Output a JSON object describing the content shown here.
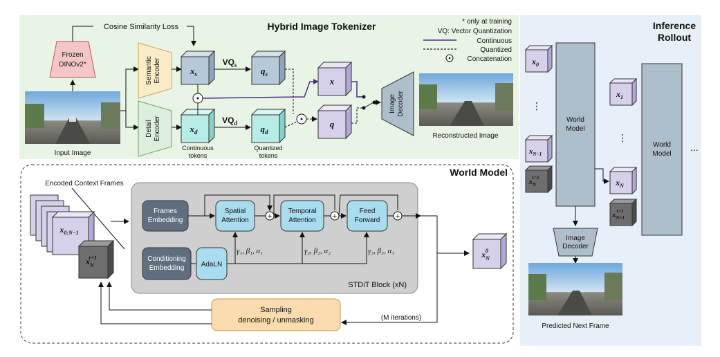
{
  "tokenizer": {
    "title": "Hybrid Image Tokenizer",
    "loss_label": "Cosine Similarity Loss",
    "frozen_label_1": "Frozen",
    "frozen_label_2": "DINOv2*",
    "semantic_encoder_1": "Semantic",
    "semantic_encoder_2": "Encoder",
    "detail_encoder_1": "Detail",
    "detail_encoder_2": "Encoder",
    "input_image_label": "Input Image",
    "continuous_tokens_1": "Continuous",
    "continuous_tokens_2": "tokens",
    "quantized_tokens_1": "Quantized",
    "quantized_tokens_2": "tokens",
    "image_decoder_1": "Image",
    "image_decoder_2": "Decoder",
    "reconstructed_label": "Reconstructed Image",
    "vq_s": "VQ",
    "vq_s_sub": "s",
    "vq_d": "VQ",
    "vq_d_sub": "d",
    "xs_main": "x",
    "xs_sub": "s",
    "xd_main": "x",
    "xd_sub": "d",
    "qs_main": "q",
    "qs_sub": "s",
    "qd_main": "q",
    "qd_sub": "d",
    "x_label": "x",
    "q_label": "q",
    "concat_symbol": "⊙"
  },
  "legend": {
    "note": "* only at training",
    "vq": "VQ: Vector Quantization",
    "continuous": "Continuous",
    "quantized": "Quantized",
    "concatenation": "Concatenation",
    "continuous_color": "#4b2a8c"
  },
  "world_model": {
    "title": "World Model",
    "context_frames": "Encoded Context Frames",
    "ctx_token": "x",
    "ctx_token_sub": "0:N−1",
    "noisy_token": "x",
    "noisy_sub": "N",
    "noisy_sup": "τ=1",
    "frames_emb_1": "Frames",
    "frames_emb_2": "Embedding",
    "cond_emb_1": "Conditioning",
    "cond_emb_2": "Embedding",
    "adaln": "AdaLN",
    "spatial_1": "Spatial",
    "spatial_2": "Attention",
    "temporal_1": "Temporal",
    "temporal_2": "Attention",
    "feed_1": "Feed",
    "feed_2": "Forward",
    "params_1": "γ₁, β₁, α₁",
    "params_2": "γ₂, β₂, α₂",
    "params_3": "γ₃, β₃, α₃",
    "stdit": "STDiT Block (xN)",
    "sampling_1": "Sampling",
    "sampling_2": "denoising / unmasking",
    "iterations": "(M iterations)",
    "output_token": "x",
    "output_sub": "N",
    "output_sup": "0"
  },
  "inference": {
    "title_1": "Inference",
    "title_2": "Rollout",
    "x0": "x",
    "x0_sub": "0",
    "x1": "x",
    "x1_sub": "1",
    "xn1": "x",
    "xn1_sub": "N−1",
    "xnt": "x",
    "xnt_sub": "N",
    "xnt_sup": "τ=1",
    "xn": "x",
    "xn_sub": "N",
    "xn1t": "x",
    "xn1t_sub": "N+1",
    "xn1t_sup": "τ=1",
    "world_model_1": "World",
    "world_model_2": "Model",
    "world_model_b1": "World",
    "world_model_b2": "Model",
    "decoder_1": "Image",
    "decoder_2": "Decoder",
    "predicted": "Predicted Next Frame",
    "dots_v": "⋮",
    "dots_h": "..."
  },
  "colors": {
    "tokenizer_bg": "#e8f4e4",
    "inference_bg": "#e7f0f8",
    "semantic_fill": "#faecc6",
    "detail_fill": "#dcefdc",
    "frozen_fill": "#f5c6c6",
    "cube_blue": "#b6c9d9",
    "cube_teal": "#b8ece6",
    "cube_purple": "#d6d0ea",
    "cube_gray": "#6e6e6e",
    "attention_fill": "#a9dcef",
    "embedding_fill": "#5f6f80",
    "sampling_fill": "#fbdcae",
    "world_model_fill": "#aebfcc",
    "stdit_fill": "#cfcfcf"
  }
}
